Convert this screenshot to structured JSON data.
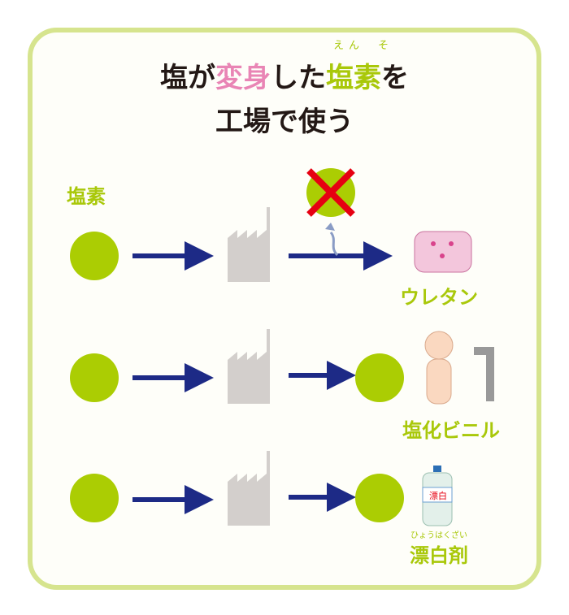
{
  "title": {
    "line1_a": "塩が",
    "line1_pink": "変身",
    "line1_b": "した",
    "line1_green": "塩素",
    "line1_c": "を",
    "ruby_en": "えん",
    "ruby_so": "そ",
    "line2": "工場で使う"
  },
  "chlorine_label": "塩素",
  "products": [
    {
      "label": "ウレタン"
    },
    {
      "label": "塩化ビニル"
    },
    {
      "label": "漂白剤",
      "ruby": "ひょうはくざい",
      "bottle_text": "漂白"
    }
  ],
  "colors": {
    "green": "#abcd03",
    "arrow": "#1d2a86",
    "pink": "#e985b5",
    "cross": "#e60012"
  }
}
